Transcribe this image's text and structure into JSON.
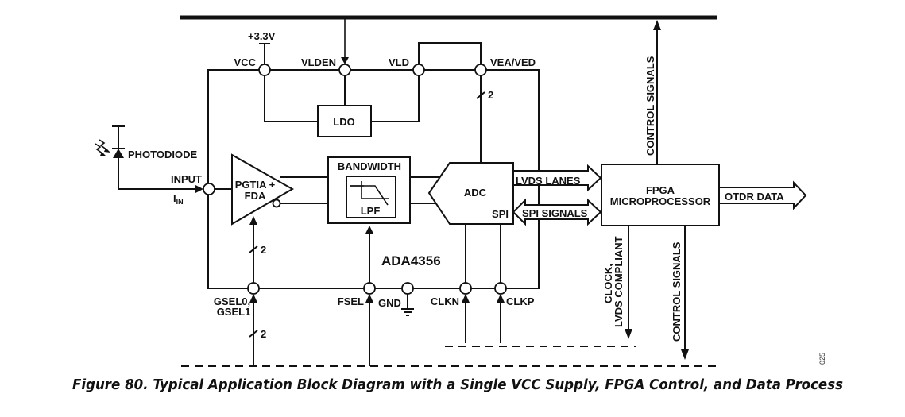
{
  "diagram": {
    "chip_name": "ADA4356",
    "supply": "+3.3V",
    "top_pins": [
      "VCC",
      "VLDEN",
      "VLD",
      "VEA/VED"
    ],
    "bottom_pins": [
      "GSEL0,",
      "GSEL1",
      "FSEL",
      "GND",
      "CLKN",
      "CLKP"
    ],
    "blocks": {
      "ldo": "LDO",
      "amp_line1": "PGTIA +",
      "amp_line2": "FDA",
      "bandwidth": "BANDWIDTH",
      "lpf": "LPF",
      "adc": "ADC",
      "spi": "SPI",
      "fpga_line1": "FPGA",
      "fpga_line2": "MICROPROCESSOR"
    },
    "inputs": {
      "photodiode": "PHOTODIODE",
      "input": "INPUT",
      "iin_main": "I",
      "iin_sub": "IN"
    },
    "buses": {
      "lvds_lanes": "LVDS LANES",
      "spi_signals": "SPI SIGNALS",
      "otdr_data": "OTDR DATA",
      "control_signals_top": "CONTROL SIGNALS",
      "control_signals_bottom": "CONTROL SIGNALS",
      "clock_line1": "CLOCK,",
      "clock_line2": "LVDS COMPLIANT"
    },
    "bus_widths": {
      "vea_ved": "2",
      "gain_internal": "2",
      "gain_external": "2"
    },
    "figure_id": "025"
  },
  "caption": "Figure 80. Typical Application Block Diagram with a Single VCC Supply, FPGA Control, and Data Process"
}
